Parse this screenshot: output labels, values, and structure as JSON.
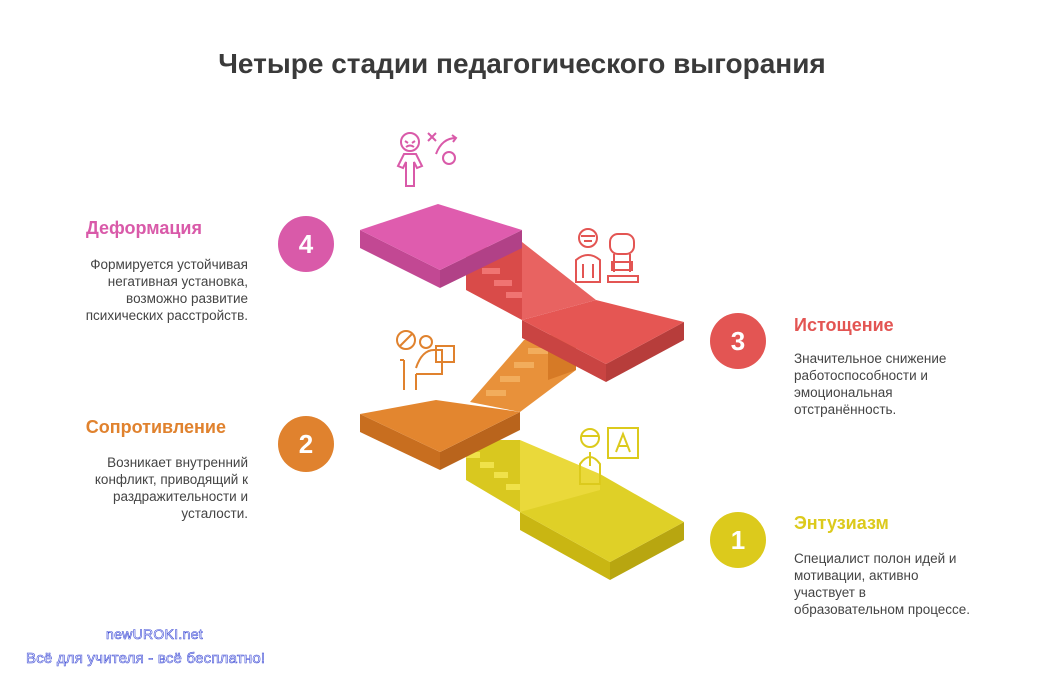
{
  "title": "Четыре стадии педагогического выгорания",
  "stages": [
    {
      "number": "1",
      "title": "Энтузиазм",
      "description": "Специалист полон идей и мотивации, активно участвует в образовательном процессе.",
      "color": "#dcca1c",
      "icon": "teacher-board-icon"
    },
    {
      "number": "2",
      "title": "Сопротивление",
      "description": "Возникает внутренний конфликт, приводящий к раздражительности и усталости.",
      "color": "#e0822e",
      "icon": "tired-at-desk-icon"
    },
    {
      "number": "3",
      "title": "Истощение",
      "description": "Значительное снижение работоспособности и эмоциональная отстранённость.",
      "color": "#e35553",
      "icon": "exhausted-person-icon"
    },
    {
      "number": "4",
      "title": "Деформация",
      "description": "Формируется устойчивая негативная установка, возможно развитие психических расстройств.",
      "color": "#d95aa9",
      "icon": "distorted-person-icon"
    }
  ],
  "watermark": {
    "site": "newUROKI.net",
    "tagline": "Всё для учителя - всё бесплатно!"
  }
}
